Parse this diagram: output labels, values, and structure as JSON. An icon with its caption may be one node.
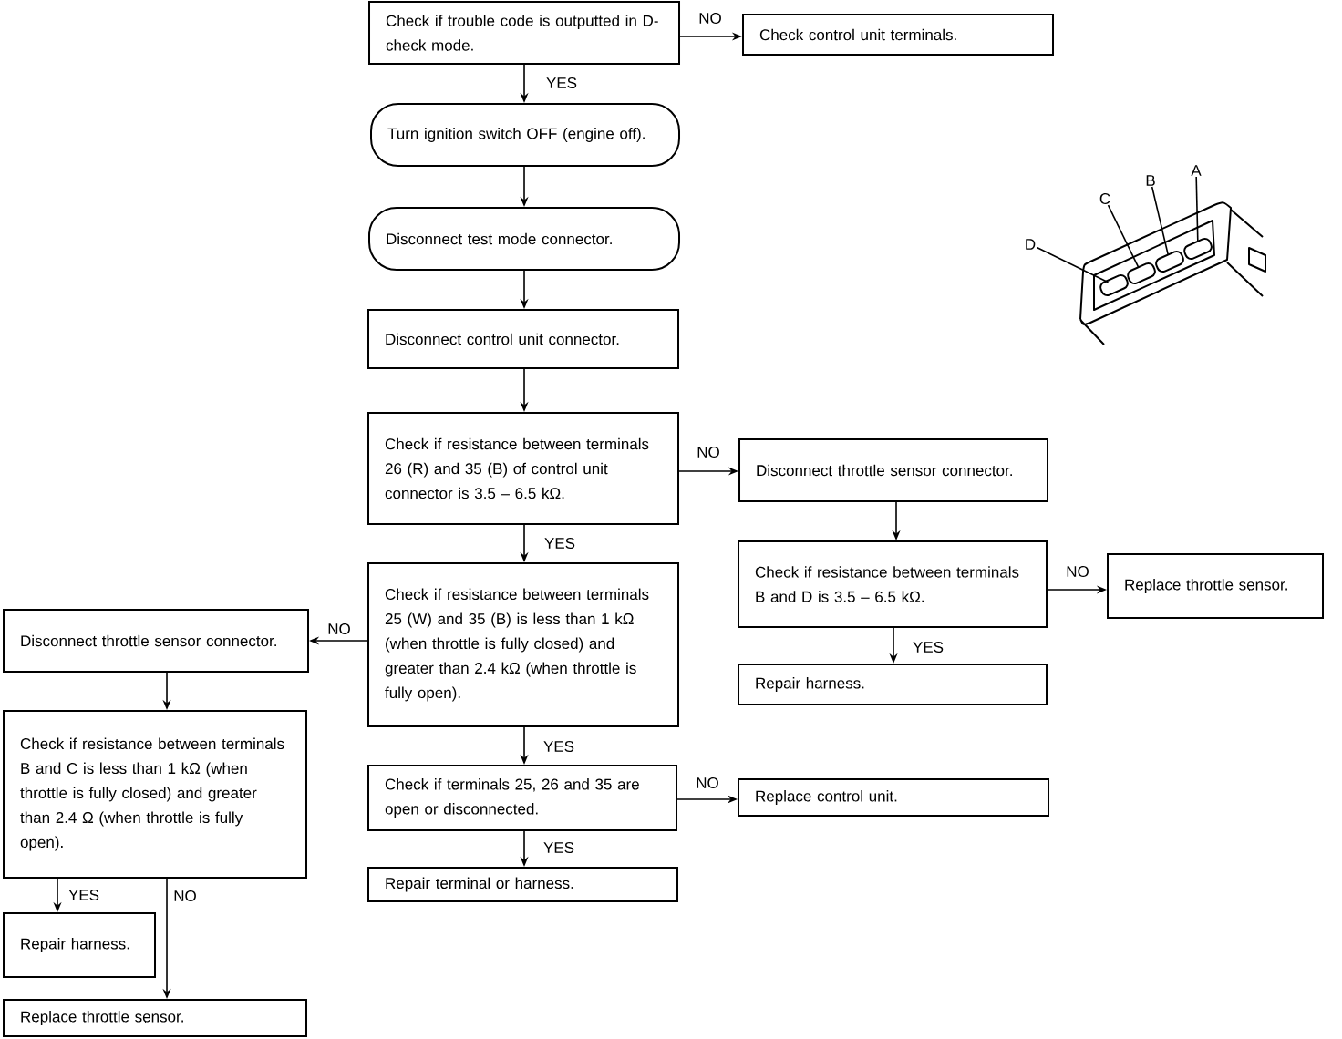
{
  "diagram": {
    "nodes": [
      {
        "text": [
          "Check if trouble code is outputted in D-check mode."
        ]
      },
      {
        "text": [
          "Check control unit terminals."
        ]
      },
      {
        "text": [
          "Turn ignition switch OFF (engine off)."
        ]
      },
      {
        "text": [
          "Disconnect test mode connector."
        ]
      },
      {
        "text": [
          "Disconnect control unit connector."
        ]
      },
      {
        "text": [
          "Check if resistance between terminals 26 (R) and 35 (B) of control unit connector is 3.5 – 6.5 kΩ."
        ]
      },
      {
        "text": [
          "Disconnect throttle sensor connector."
        ]
      },
      {
        "text": [
          "Check if resistance between terminals B and D is 3.5 – 6.5 kΩ."
        ]
      },
      {
        "text": [
          "Replace throttle sensor."
        ]
      },
      {
        "text": [
          "Repair harness."
        ]
      },
      {
        "text": [
          "Check if resistance between terminals 25 (W) and 35 (B) is less than 1 kΩ (when throttle is fully closed) and greater than 2.4 kΩ (when throttle is fully open)."
        ]
      },
      {
        "text": [
          "Disconnect throttle sensor connector."
        ]
      },
      {
        "text": [
          "Check if resistance between terminals B and C is less than 1 kΩ (when throttle is fully closed) and greater than 2.4 Ω (when throttle is fully open)."
        ]
      },
      {
        "text": [
          "Repair harness."
        ]
      },
      {
        "text": [
          "Replace throttle sensor."
        ]
      },
      {
        "text": [
          "Check if terminals 25, 26 and 35 are open or disconnected."
        ]
      },
      {
        "text": [
          "Replace control unit."
        ]
      },
      {
        "text": [
          "Repair terminal or harness."
        ]
      },
      {
        "text": [
          "A"
        ]
      },
      {
        "text": [
          "B"
        ]
      },
      {
        "text": [
          "C"
        ]
      },
      {
        "text": [
          "D"
        ]
      },
      {
        "text": [],
        "shape": "box"
      },
      {
        "text": [],
        "shape": "box"
      },
      {
        "text": [],
        "shape": "box"
      },
      {
        "text": [],
        "shape": "box"
      }
    ],
    "edges": [
      {
        "from": 0,
        "to": 1,
        "arrow": "to",
        "label": "NO"
      },
      {
        "from": 0,
        "to": 2,
        "arrow": "to",
        "label": "YES"
      },
      {
        "from": 2,
        "to": 3,
        "arrow": "to"
      },
      {
        "from": 3,
        "to": 4,
        "arrow": "to"
      },
      {
        "from": 4,
        "to": 5,
        "arrow": "to"
      },
      {
        "from": 5,
        "to": 6,
        "arrow": "to",
        "label": "NO"
      },
      {
        "from": 5,
        "to": 10,
        "arrow": "to",
        "label": "YES"
      },
      {
        "from": 6,
        "to": 7,
        "arrow": "to"
      },
      {
        "from": 7,
        "to": 8,
        "arrow": "to",
        "label": "NO"
      },
      {
        "from": 7,
        "to": 9,
        "arrow": "to",
        "label": "YES"
      },
      {
        "from": 10,
        "to": 11,
        "arrow": "to",
        "label": "NO"
      },
      {
        "from": 11,
        "to": 12,
        "arrow": "to"
      },
      {
        "from": 12,
        "to": 13,
        "arrow": "to",
        "label": "YES"
      },
      {
        "from": 12,
        "to": 14,
        "arrow": "to",
        "label": "NO"
      },
      {
        "from": 10,
        "to": 15,
        "arrow": "to",
        "label": "YES"
      },
      {
        "from": 15,
        "to": 16,
        "arrow": "to",
        "label": "NO"
      },
      {
        "from": 15,
        "to": 17,
        "arrow": "to",
        "label": "YES"
      },
      {
        "from": 18,
        "to": 25,
        "arrow": "none"
      },
      {
        "from": 19,
        "to": 24,
        "arrow": "none"
      },
      {
        "from": 20,
        "to": 23,
        "arrow": "none"
      },
      {
        "from": 21,
        "to": 22,
        "arrow": "none"
      }
    ]
  }
}
